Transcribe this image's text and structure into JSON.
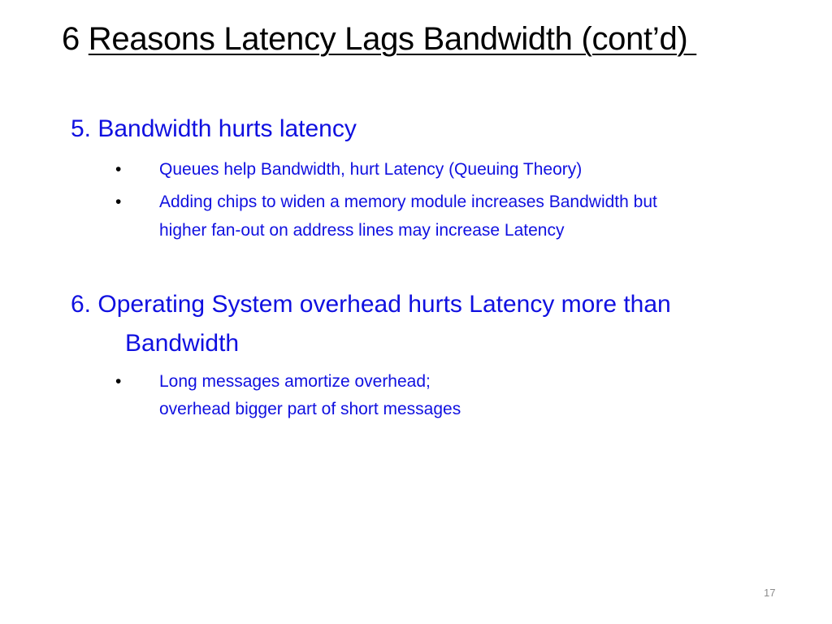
{
  "slide": {
    "title_number": "6",
    "title_text": "Reasons Latency Lags Bandwidth (cont’d)",
    "page_number": "17"
  },
  "sections": [
    {
      "heading_line1": "5. Bandwidth hurts latency",
      "bullets": [
        {
          "marker": "•",
          "lines": [
            "Queues help Bandwidth, hurt Latency (Queuing Theory)"
          ]
        },
        {
          "marker": "•",
          "lines": [
            "Adding chips to widen a memory module increases Bandwidth but",
            "higher fan-out on address lines may increase Latency"
          ]
        }
      ]
    },
    {
      "heading_line1": "6. Operating System overhead hurts Latency more than",
      "heading_line2": "Bandwidth",
      "bullets": [
        {
          "marker": "•",
          "lines": [
            "Long messages amortize overhead;",
            "overhead bigger part of short messages"
          ]
        }
      ]
    }
  ],
  "colors": {
    "accent_text": "#1010e0",
    "title_text": "#000000",
    "page_number": "#8c8c8c"
  }
}
